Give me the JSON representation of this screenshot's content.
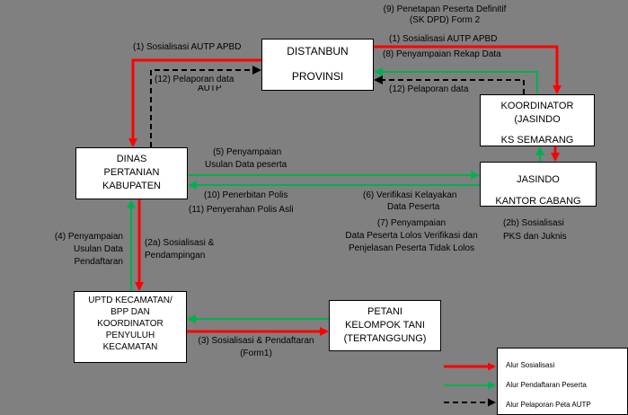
{
  "nodes": {
    "distanbun": [
      "DISTANBUN",
      "PROVINSI"
    ],
    "koordinator": [
      "KOORDINATOR",
      "(JASINDO",
      "KS SEMARANG"
    ],
    "dinas": [
      "DINAS",
      "PERTANIAN",
      "KABUPATEN"
    ],
    "jasindo": [
      "JASINDO",
      "KANTOR CABANG"
    ],
    "uptd": [
      "UPTD  KECAMATAN/",
      "BPP DAN",
      "KOORDINATOR",
      "PENYULUH",
      "KECAMATAN"
    ],
    "petani": [
      "PETANI",
      "KELOMPOK TANI",
      "(TERTANGGUNG)"
    ]
  },
  "labels": {
    "l1_left": "(1) Sosialisasi AUTP APBD",
    "l12_left": [
      "(12)  Pelaporan data",
      "AUTP"
    ],
    "l9": [
      "(9)  Penetapan Peserta Definitif",
      "(SK DPD)  Form 2"
    ],
    "l1_right": "(1)  Sosialisasi AUTP APBD",
    "l8": "(8)  Penyampaian Rekap Data",
    "l12_right": "(12)  Pelaporan data",
    "l5": [
      "(5) Penyampaian",
      "Usulan Data  peserta"
    ],
    "l10": "(10) Penerbitan Polis",
    "l11": "(11)  Penyerahan Polis  Asli",
    "l6": [
      "(6)  Verifikasi Kelayakan",
      "Data Peserta"
    ],
    "l7": [
      "(7) Penyampaian",
      "Data Peserta Lolos Verifikasi dan",
      "Penjelasan Peserta Tidak Lolos"
    ],
    "l2b": [
      "(2b)  Sosialisasi",
      "PKS dan Juknis"
    ],
    "l4": [
      "(4) Penyampaian",
      "Usulan Data",
      "Pendaftaran"
    ],
    "l2a": [
      "(2a) Sosialisasi &",
      "Pendampingan"
    ],
    "l3": [
      "(3) Sosialisasi & Pendaftaran",
      "(Form1)"
    ]
  },
  "legend": {
    "items": [
      {
        "label": "Alur Sosialisasi",
        "color": "#ff0000",
        "style": "solid"
      },
      {
        "label": "Alur Pendaftaran Peserta",
        "color": "#00b050",
        "style": "solid"
      },
      {
        "label": "Alur Pelaporan  Peta AUTP",
        "color": "#000000",
        "style": "dashed"
      }
    ]
  },
  "colors": {
    "background": "#808080",
    "sosialisasi": "#ff0000",
    "pendaftaran": "#00b050",
    "pelaporan": "#000000"
  }
}
